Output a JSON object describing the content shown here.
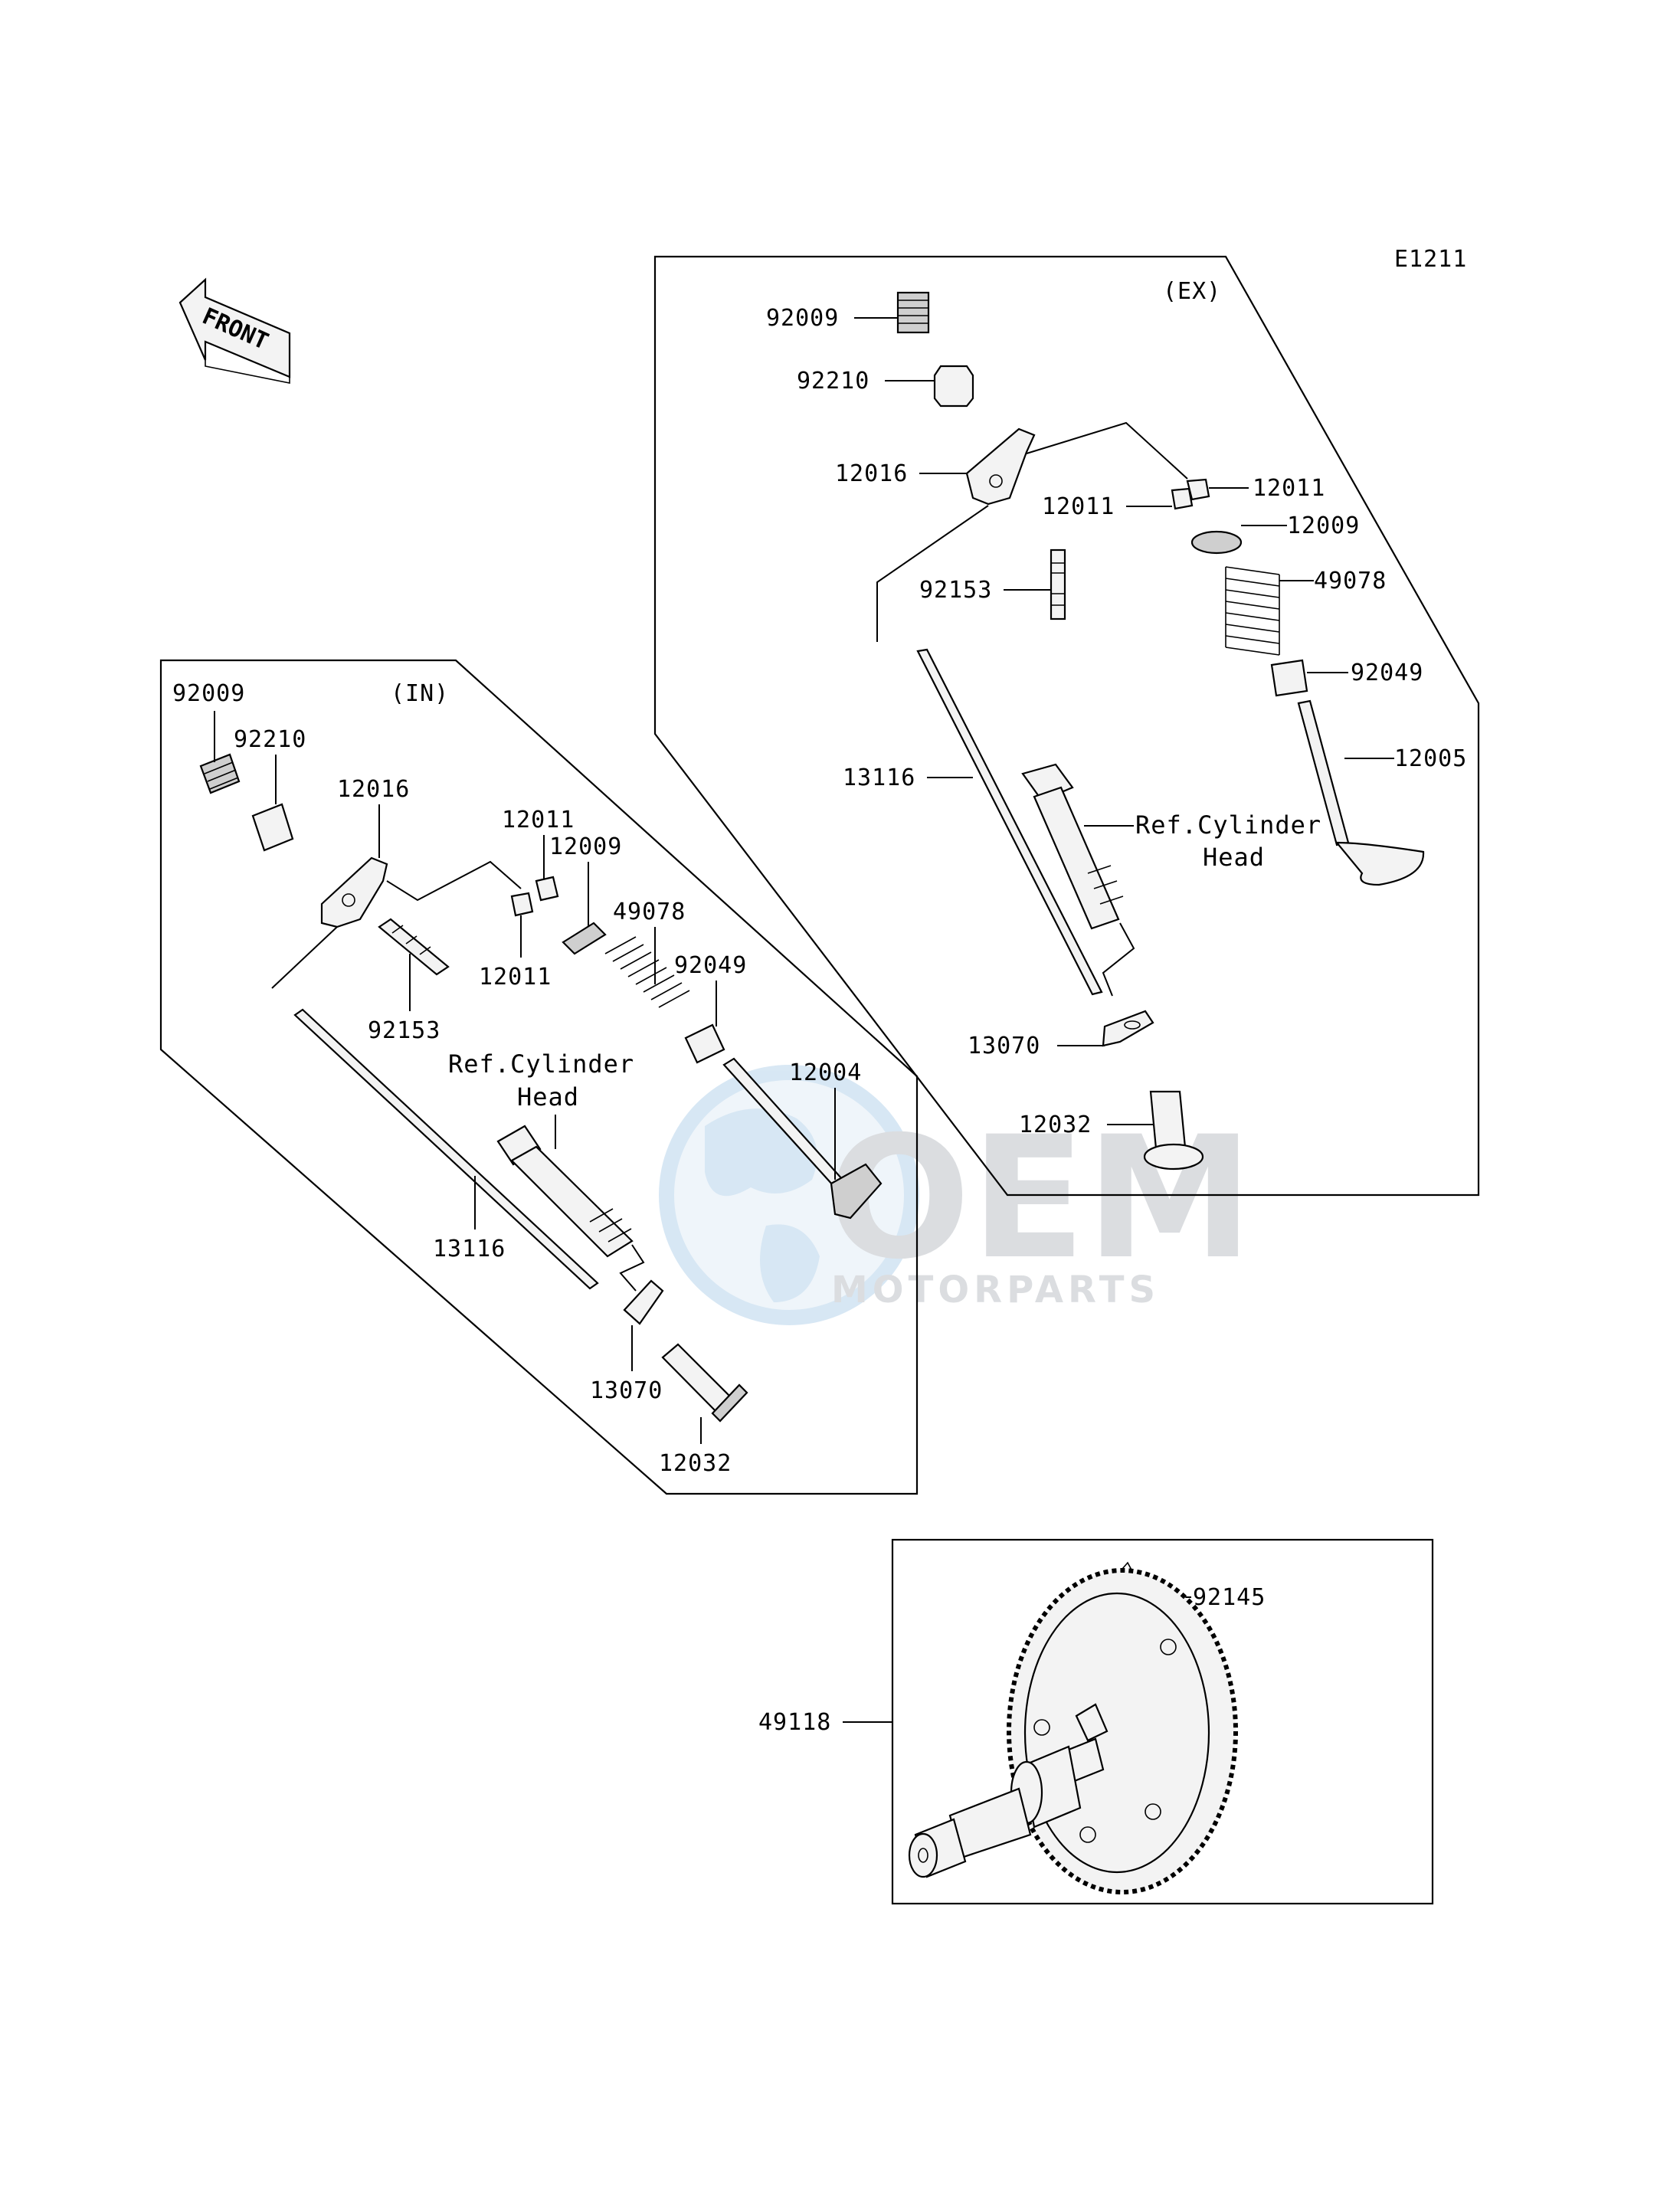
{
  "diagram": {
    "code": "E1211",
    "front_label": "FRONT",
    "exhaust_group": {
      "label": "(EX)",
      "ref_note_line1": "Ref.Cylinder",
      "ref_note_line2": "Head",
      "parts": {
        "p92009": "92009",
        "p92210": "92210",
        "p12016": "12016",
        "p12011a": "12011",
        "p12011b": "12011",
        "p12009": "12009",
        "p92153": "92153",
        "p49078": "49078",
        "p92049": "92049",
        "p13116": "13116",
        "p12005": "12005",
        "p13070": "13070",
        "p12032": "12032"
      }
    },
    "intake_group": {
      "label": "(IN)",
      "ref_note_line1": "Ref.Cylinder",
      "ref_note_line2": "Head",
      "parts": {
        "p92009": "92009",
        "p92210": "92210",
        "p12016": "12016",
        "p12011a": "12011",
        "p12009": "12009",
        "p49078": "49078",
        "p12011b": "12011",
        "p92049": "92049",
        "p92153": "92153",
        "p12004": "12004",
        "p13116": "13116",
        "p13070": "13070",
        "p12032": "12032"
      }
    },
    "camshaft_group": {
      "parts": {
        "p92145": "92145",
        "p49118": "49118"
      }
    },
    "watermark": {
      "brand": "OEM",
      "tagline": "MOTORPARTS"
    }
  }
}
